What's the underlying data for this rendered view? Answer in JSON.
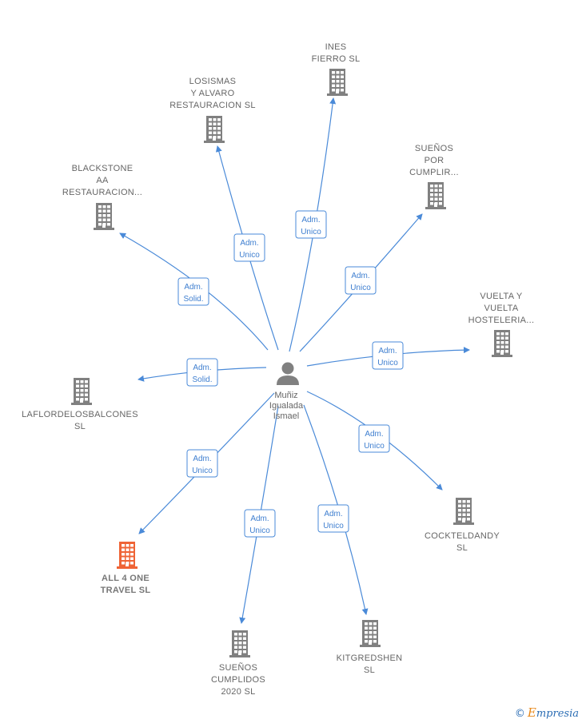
{
  "center": {
    "label_lines": [
      "Muñiz",
      "Igualada",
      "Ismael"
    ],
    "icon": "person-icon"
  },
  "colors": {
    "edge": "#4a8ad8",
    "building": "#808080",
    "building_highlight": "#ef6436"
  },
  "companies": [
    {
      "id": "ines-fierro",
      "label_lines": [
        "INES",
        "FIERRO  SL"
      ],
      "role_lines": [
        "Adm.",
        "Unico"
      ],
      "highlight": false
    },
    {
      "id": "losismas",
      "label_lines": [
        "LOSISMAS",
        "Y ALVARO",
        "RESTAURACION SL"
      ],
      "role_lines": [
        "Adm.",
        "Unico"
      ],
      "highlight": false
    },
    {
      "id": "suenos-por-cumplir",
      "label_lines": [
        "SUEÑOS",
        "POR",
        "CUMPLIR..."
      ],
      "role_lines": [
        "Adm.",
        "Unico"
      ],
      "highlight": false
    },
    {
      "id": "blackstone",
      "label_lines": [
        "BLACKSTONE",
        "AA",
        "RESTAURACION..."
      ],
      "role_lines": [
        "Adm.",
        "Solid."
      ],
      "highlight": false
    },
    {
      "id": "vuelta-y-vuelta",
      "label_lines": [
        "VUELTA Y",
        "VUELTA",
        "HOSTELERIA..."
      ],
      "role_lines": [
        "Adm.",
        "Unico"
      ],
      "highlight": false
    },
    {
      "id": "laflordelosbalcones",
      "label_lines": [
        "LAFLORDELOSBALCONES",
        "SL"
      ],
      "role_lines": [
        "Adm.",
        "Solid."
      ],
      "highlight": false
    },
    {
      "id": "cockteldandy",
      "label_lines": [
        "COCKTELDANDY",
        "SL"
      ],
      "role_lines": [
        "Adm.",
        "Unico"
      ],
      "highlight": false
    },
    {
      "id": "all-4-one-travel",
      "label_lines": [
        "ALL 4 ONE",
        "TRAVEL  SL"
      ],
      "role_lines": [
        "Adm.",
        "Unico"
      ],
      "highlight": true
    },
    {
      "id": "kitgredshen",
      "label_lines": [
        "KITGREDSHEN",
        "SL"
      ],
      "role_lines": [
        "Adm.",
        "Unico"
      ],
      "highlight": false
    },
    {
      "id": "suenos-cumplidos",
      "label_lines": [
        "SUEÑOS",
        "CUMPLIDOS",
        "2020  SL"
      ],
      "role_lines": [
        "Adm.",
        "Unico"
      ],
      "highlight": false
    }
  ],
  "footer": {
    "copyright": "©",
    "brand_initial": "E",
    "brand_rest": "mpresia"
  }
}
